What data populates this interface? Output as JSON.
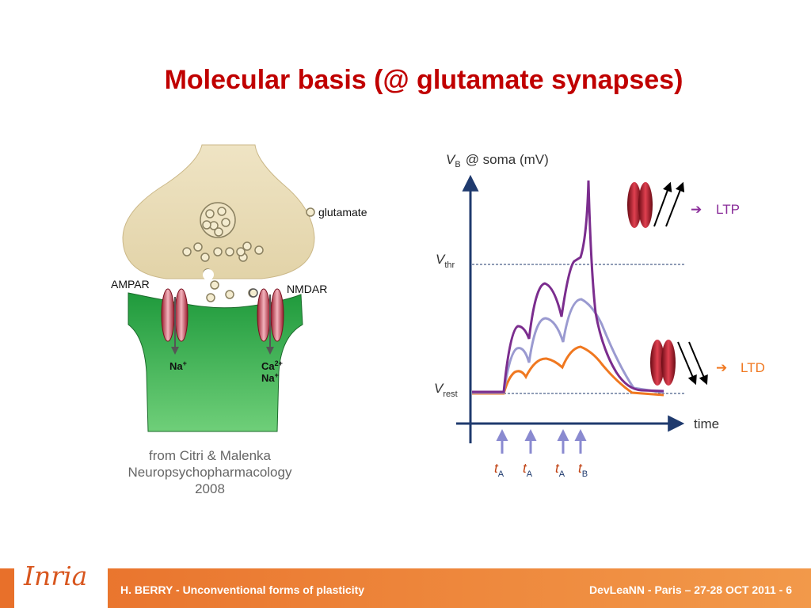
{
  "slide": {
    "title": "Molecular basis (@ glutamate synapses)",
    "credit_line1": "from Citri & Malenka",
    "credit_line2": "Neuropsychopharmacology",
    "credit_line3": "2008"
  },
  "synapse": {
    "glutamate": "glutamate",
    "ampar": "AMPAR",
    "nmdar": "NMDAR",
    "na": "Na",
    "na_sup": "+",
    "ca": "Ca",
    "ca_sup": "2+",
    "na2": "Na",
    "na2_sup": "+"
  },
  "plot": {
    "y_axis_v": "V",
    "y_axis_sub": "B",
    "y_axis_rest": "@ soma (mV)",
    "x_axis_label": "time",
    "vthr_v": "V",
    "vthr_sub": "thr",
    "vrest_v": "V",
    "vrest_sub": "rest",
    "ltp_label": "LTP",
    "ltd_label": "LTD",
    "arrow_glyph": "➔",
    "t_labels": [
      {
        "t": "t",
        "sub": "A"
      },
      {
        "t": "t",
        "sub": "A"
      },
      {
        "t": "t",
        "sub": "A"
      },
      {
        "t": "t",
        "sub": "B"
      }
    ]
  },
  "colors": {
    "title": "#c00000",
    "purple": "#7b2d8e",
    "lavender": "#9a9ad0",
    "orange": "#f07820",
    "axis": "#1f3a6e",
    "ltp_arrow": "#8a2d9a",
    "ltd_arrow": "#f07820"
  },
  "footer": {
    "logo": "Inria",
    "left": "H. BERRY - Unconventional forms of plasticity",
    "right": "DevLeaNN - Paris – 27-28 OCT 2011 - 6"
  }
}
